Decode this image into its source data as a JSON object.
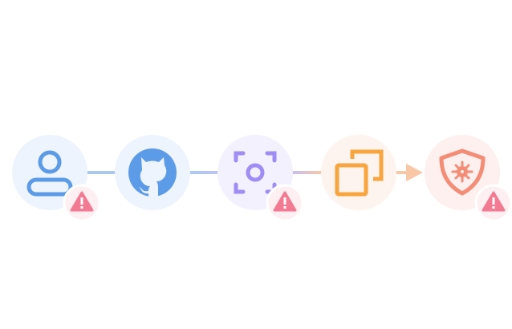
{
  "diagram": {
    "nodes": [
      {
        "id": "user",
        "icon": "user-icon",
        "bg": "#eef4fd",
        "fg": "#5b9be8",
        "alert": true
      },
      {
        "id": "github",
        "icon": "github-icon",
        "bg": "#eef4fd",
        "fg": "#5b9be8",
        "alert": false
      },
      {
        "id": "scan",
        "icon": "scan-icon",
        "bg": "#f3f1fe",
        "fg": "#a08cf5",
        "alert": true
      },
      {
        "id": "copy",
        "icon": "copy-icon",
        "bg": "#fdf3ef",
        "fg": "#f9a53e",
        "alert": false
      },
      {
        "id": "virus-shield",
        "icon": "virus-shield-icon",
        "bg": "#fdf0ee",
        "fg": "#f58d76",
        "alert": true
      }
    ],
    "alert_color": "#f37a92",
    "alert_bg": "#fdeff2"
  }
}
